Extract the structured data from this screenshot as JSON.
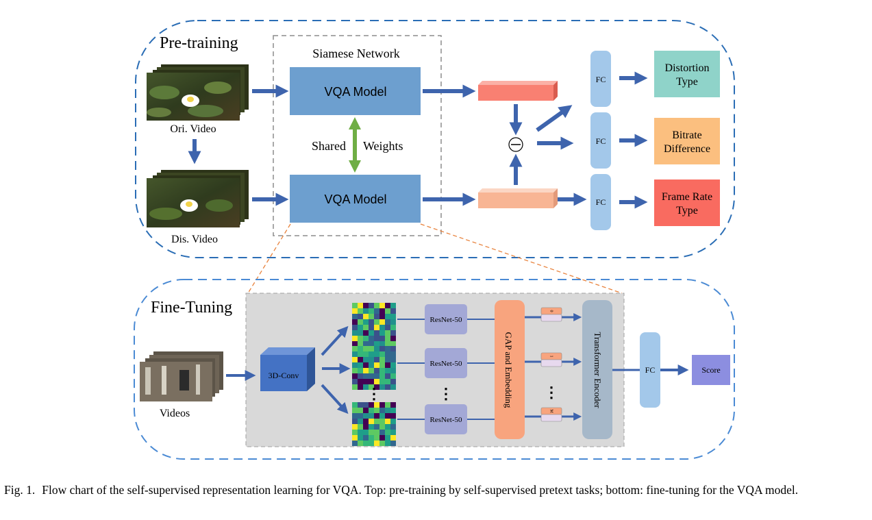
{
  "pretraining": {
    "title": "Pre-training",
    "siamese_label": "Siamese Network",
    "ori_video_label": "Ori. Video",
    "dis_video_label": "Dis. Video",
    "vqa_model_top": "VQA Model",
    "vqa_model_bottom": "VQA Model",
    "shared_label": "Shared",
    "weights_label": "Weights",
    "fc_labels": [
      "FC",
      "FC",
      "FC"
    ],
    "outputs": [
      {
        "line1": "Distortion",
        "line2": "Type",
        "color": "#8fd3c9"
      },
      {
        "line1": "Bitrate",
        "line2": "Difference",
        "color": "#fbbf7f"
      },
      {
        "line1": "Frame Rate",
        "line2": "Type",
        "color": "#f96b60"
      }
    ],
    "colors": {
      "vqa_model": "#6d9fcf",
      "feature_top": "#f98072",
      "feature_bottom": "#f8b594",
      "fc": "#a3c8ea",
      "arrow": "#3e64ad",
      "shared_arrow": "#6fae45",
      "dash_border": "#2a6db5"
    }
  },
  "finetuning": {
    "title": "Fine-Tuning",
    "videos_label": "Videos",
    "conv_label": "3D-Conv",
    "resnet_labels": [
      "ResNet-50",
      "ResNet-50",
      "ResNet-50"
    ],
    "gap_label": "GAP and Embedding",
    "token_labels": [
      "0",
      "1",
      "M"
    ],
    "transformer_label": "Transformer Encoder",
    "fc_label": "FC",
    "score_label": "Score",
    "ellipsis": "⋮",
    "colors": {
      "panel": "#d9d9d9",
      "conv": "#4472c4",
      "resnet": "#a3a8d6",
      "gap": "#f8a47e",
      "transformer": "#a6b8c9",
      "fc": "#a3c8ea",
      "score": "#8c8ee0",
      "token_top": "#f8a47e",
      "token_bottom": "#e7d9ee",
      "zoom_line": "#e8823c"
    }
  },
  "caption": {
    "fig_label": "Fig. 1.",
    "text": "Flow chart of the self-supervised representation learning for VQA. Top: pre-training by self-supervised pretext tasks; bottom: fine-tuning for the VQA model."
  }
}
